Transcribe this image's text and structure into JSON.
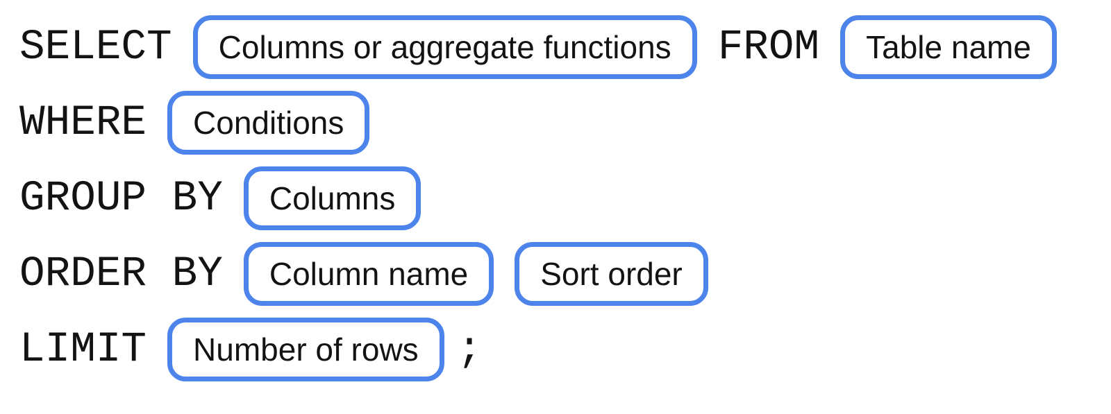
{
  "diagram": {
    "description": "SQL query syntax diagram",
    "accent_color": "#4d84ec",
    "text_color": "#131313",
    "background_color": "#ffffff",
    "rows": [
      {
        "segments": [
          {
            "type": "keyword",
            "text": "SELECT"
          },
          {
            "type": "pill",
            "text": "Columns or aggregate functions"
          },
          {
            "type": "keyword",
            "text": "FROM"
          },
          {
            "type": "pill",
            "text": "Table name"
          }
        ]
      },
      {
        "segments": [
          {
            "type": "keyword",
            "text": "WHERE"
          },
          {
            "type": "pill",
            "text": "Conditions"
          }
        ]
      },
      {
        "segments": [
          {
            "type": "keyword",
            "text": "GROUP BY"
          },
          {
            "type": "pill",
            "text": "Columns"
          }
        ]
      },
      {
        "segments": [
          {
            "type": "keyword",
            "text": "ORDER BY"
          },
          {
            "type": "pill",
            "text": "Column name"
          },
          {
            "type": "pill",
            "text": "Sort order"
          }
        ]
      },
      {
        "segments": [
          {
            "type": "keyword",
            "text": "LIMIT"
          },
          {
            "type": "pill",
            "text": "Number of rows"
          },
          {
            "type": "punctuation",
            "text": ";"
          }
        ]
      }
    ]
  }
}
